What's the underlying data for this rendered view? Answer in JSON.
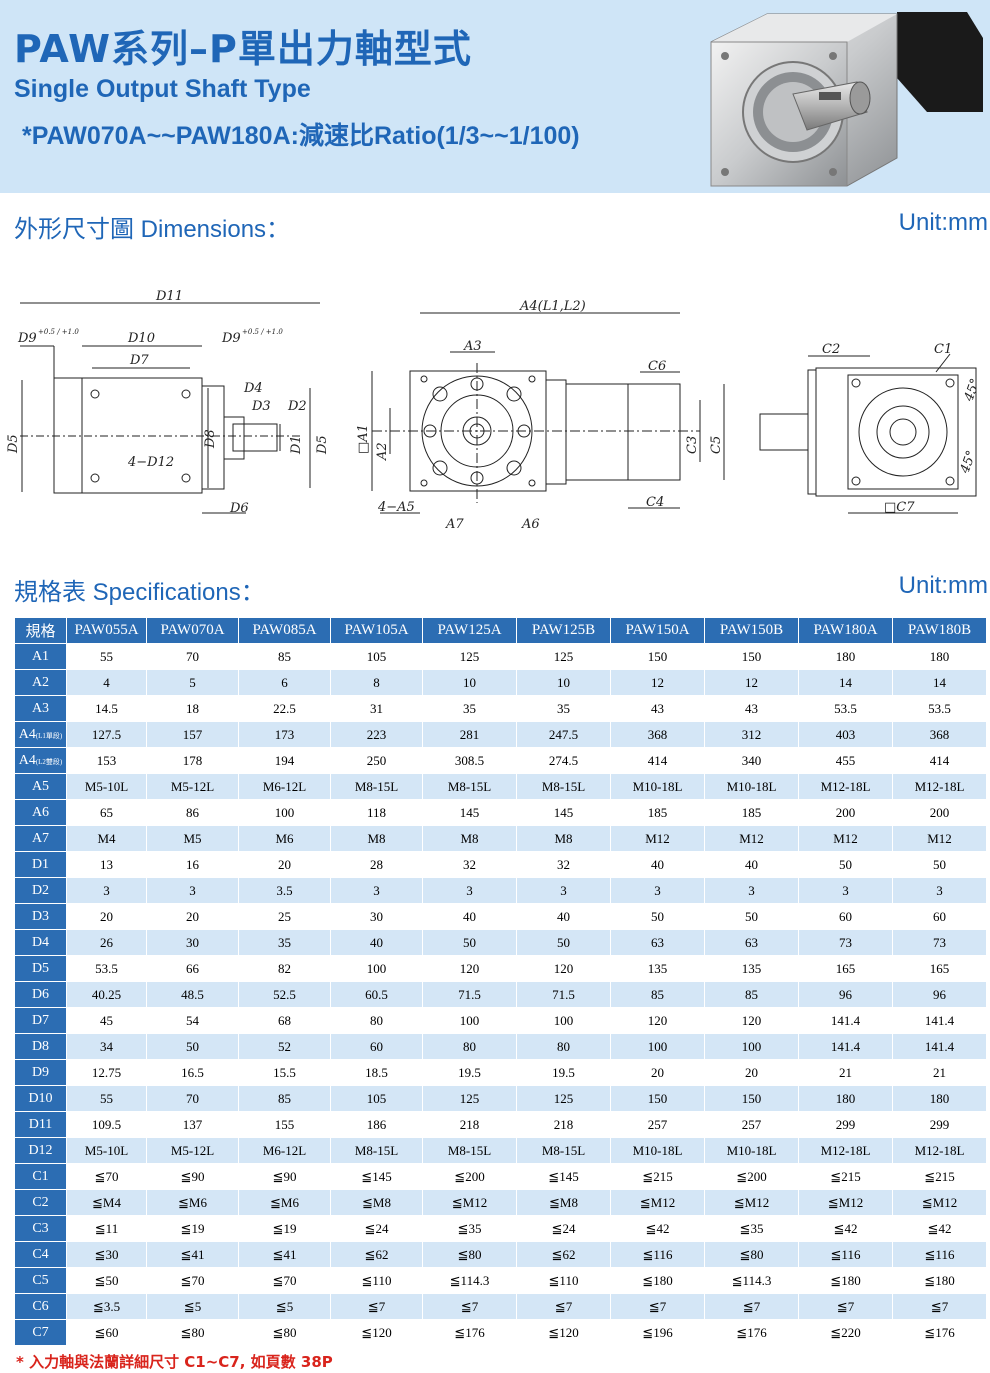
{
  "header": {
    "title": "PAW系列–P單出力軸型式",
    "subtitle": "Single Output Shaft Type",
    "ratio_note": "*PAW070A~~PAW180A:減速比Ratio(1/3~~1/100)"
  },
  "dimensions_section": {
    "title": "外形尺寸圖 Dimensions：",
    "unit": "Unit:mm"
  },
  "drawing_labels": {
    "side": {
      "d11": "D11",
      "d9_left": "D9",
      "d9_tol": "+0.5 / +1.0",
      "d10": "D10",
      "d9_right": "D9",
      "d7": "D7",
      "d5": "D5",
      "d8": "D8",
      "d4": "D4",
      "d3": "D3",
      "d2": "D2",
      "d1": "D1",
      "d12": "4−D12",
      "d6": "D6",
      "d5_right": "D5"
    },
    "front": {
      "a4": "A4(L1,L2)",
      "a3": "A3",
      "c6": "C6",
      "a1": "□A1",
      "a2": "A2",
      "c3": "C3",
      "c5": "C5",
      "c4": "C4",
      "a5": "4−A5",
      "a7": "A7",
      "a6": "A6"
    },
    "end": {
      "c2": "C2",
      "c1": "C1",
      "angle_top": "45°",
      "angle_bottom": "45°",
      "c7": "□C7"
    }
  },
  "specs_section": {
    "title": "規格表 Specifications：",
    "unit": "Unit:mm"
  },
  "spec_table": {
    "corner": "規格",
    "models": [
      "PAW055A",
      "PAW070A",
      "PAW085A",
      "PAW105A",
      "PAW125A",
      "PAW125B",
      "PAW150A",
      "PAW150B",
      "PAW180A",
      "PAW180B"
    ],
    "rows": [
      {
        "label": "A1",
        "suffix": "",
        "values": [
          "55",
          "70",
          "85",
          "105",
          "125",
          "125",
          "150",
          "150",
          "180",
          "180"
        ]
      },
      {
        "label": "A2",
        "suffix": "",
        "values": [
          "4",
          "5",
          "6",
          "8",
          "10",
          "10",
          "12",
          "12",
          "14",
          "14"
        ]
      },
      {
        "label": "A3",
        "suffix": "",
        "values": [
          "14.5",
          "18",
          "22.5",
          "31",
          "35",
          "35",
          "43",
          "43",
          "53.5",
          "53.5"
        ]
      },
      {
        "label": "A4",
        "suffix": "(L1單段)",
        "values": [
          "127.5",
          "157",
          "173",
          "223",
          "281",
          "247.5",
          "368",
          "312",
          "403",
          "368"
        ]
      },
      {
        "label": "A4",
        "suffix": "(L2雙段)",
        "values": [
          "153",
          "178",
          "194",
          "250",
          "308.5",
          "274.5",
          "414",
          "340",
          "455",
          "414"
        ]
      },
      {
        "label": "A5",
        "suffix": "",
        "values": [
          "M5-10L",
          "M5-12L",
          "M6-12L",
          "M8-15L",
          "M8-15L",
          "M8-15L",
          "M10-18L",
          "M10-18L",
          "M12-18L",
          "M12-18L"
        ]
      },
      {
        "label": "A6",
        "suffix": "",
        "values": [
          "65",
          "86",
          "100",
          "118",
          "145",
          "145",
          "185",
          "185",
          "200",
          "200"
        ]
      },
      {
        "label": "A7",
        "suffix": "",
        "values": [
          "M4",
          "M5",
          "M6",
          "M8",
          "M8",
          "M8",
          "M12",
          "M12",
          "M12",
          "M12"
        ]
      },
      {
        "label": "D1",
        "suffix": "",
        "values": [
          "13",
          "16",
          "20",
          "28",
          "32",
          "32",
          "40",
          "40",
          "50",
          "50"
        ]
      },
      {
        "label": "D2",
        "suffix": "",
        "values": [
          "3",
          "3",
          "3.5",
          "3",
          "3",
          "3",
          "3",
          "3",
          "3",
          "3"
        ]
      },
      {
        "label": "D3",
        "suffix": "",
        "values": [
          "20",
          "20",
          "25",
          "30",
          "40",
          "40",
          "50",
          "50",
          "60",
          "60"
        ]
      },
      {
        "label": "D4",
        "suffix": "",
        "values": [
          "26",
          "30",
          "35",
          "40",
          "50",
          "50",
          "63",
          "63",
          "73",
          "73"
        ]
      },
      {
        "label": "D5",
        "suffix": "",
        "values": [
          "53.5",
          "66",
          "82",
          "100",
          "120",
          "120",
          "135",
          "135",
          "165",
          "165"
        ]
      },
      {
        "label": "D6",
        "suffix": "",
        "values": [
          "40.25",
          "48.5",
          "52.5",
          "60.5",
          "71.5",
          "71.5",
          "85",
          "85",
          "96",
          "96"
        ]
      },
      {
        "label": "D7",
        "suffix": "",
        "values": [
          "45",
          "54",
          "68",
          "80",
          "100",
          "100",
          "120",
          "120",
          "141.4",
          "141.4"
        ]
      },
      {
        "label": "D8",
        "suffix": "",
        "values": [
          "34",
          "50",
          "52",
          "60",
          "80",
          "80",
          "100",
          "100",
          "141.4",
          "141.4"
        ]
      },
      {
        "label": "D9",
        "suffix": "",
        "values": [
          "12.75",
          "16.5",
          "15.5",
          "18.5",
          "19.5",
          "19.5",
          "20",
          "20",
          "21",
          "21"
        ]
      },
      {
        "label": "D10",
        "suffix": "",
        "values": [
          "55",
          "70",
          "85",
          "105",
          "125",
          "125",
          "150",
          "150",
          "180",
          "180"
        ]
      },
      {
        "label": "D11",
        "suffix": "",
        "values": [
          "109.5",
          "137",
          "155",
          "186",
          "218",
          "218",
          "257",
          "257",
          "299",
          "299"
        ]
      },
      {
        "label": "D12",
        "suffix": "",
        "values": [
          "M5-10L",
          "M5-12L",
          "M6-12L",
          "M8-15L",
          "M8-15L",
          "M8-15L",
          "M10-18L",
          "M10-18L",
          "M12-18L",
          "M12-18L"
        ]
      },
      {
        "label": "C1",
        "suffix": "",
        "values": [
          "≦70",
          "≦90",
          "≦90",
          "≦145",
          "≦200",
          "≦145",
          "≦215",
          "≦200",
          "≦215",
          "≦215"
        ]
      },
      {
        "label": "C2",
        "suffix": "",
        "values": [
          "≦M4",
          "≦M6",
          "≦M6",
          "≦M8",
          "≦M12",
          "≦M8",
          "≦M12",
          "≦M12",
          "≦M12",
          "≦M12"
        ]
      },
      {
        "label": "C3",
        "suffix": "",
        "values": [
          "≦11",
          "≦19",
          "≦19",
          "≦24",
          "≦35",
          "≦24",
          "≦42",
          "≦35",
          "≦42",
          "≦42"
        ]
      },
      {
        "label": "C4",
        "suffix": "",
        "values": [
          "≦30",
          "≦41",
          "≦41",
          "≦62",
          "≦80",
          "≦62",
          "≦116",
          "≦80",
          "≦116",
          "≦116"
        ]
      },
      {
        "label": "C5",
        "suffix": "",
        "values": [
          "≦50",
          "≦70",
          "≦70",
          "≦110",
          "≦114.3",
          "≦110",
          "≦180",
          "≦114.3",
          "≦180",
          "≦180"
        ]
      },
      {
        "label": "C6",
        "suffix": "",
        "values": [
          "≦3.5",
          "≦5",
          "≦5",
          "≦7",
          "≦7",
          "≦7",
          "≦7",
          "≦7",
          "≦7",
          "≦7"
        ]
      },
      {
        "label": "C7",
        "suffix": "",
        "values": [
          "≦60",
          "≦80",
          "≦80",
          "≦120",
          "≦176",
          "≦120",
          "≦196",
          "≦176",
          "≦220",
          "≦176"
        ]
      }
    ]
  },
  "footnote": "* 入力軸與法蘭詳細尺寸 C1~C7, 如頁數 38P",
  "colors": {
    "brand_blue": "#1f66b7",
    "header_bg": "#cfe5f7",
    "table_header": "#2c6db3",
    "row_alt": "#d4e6f6",
    "footnote_red": "#d9241c"
  }
}
